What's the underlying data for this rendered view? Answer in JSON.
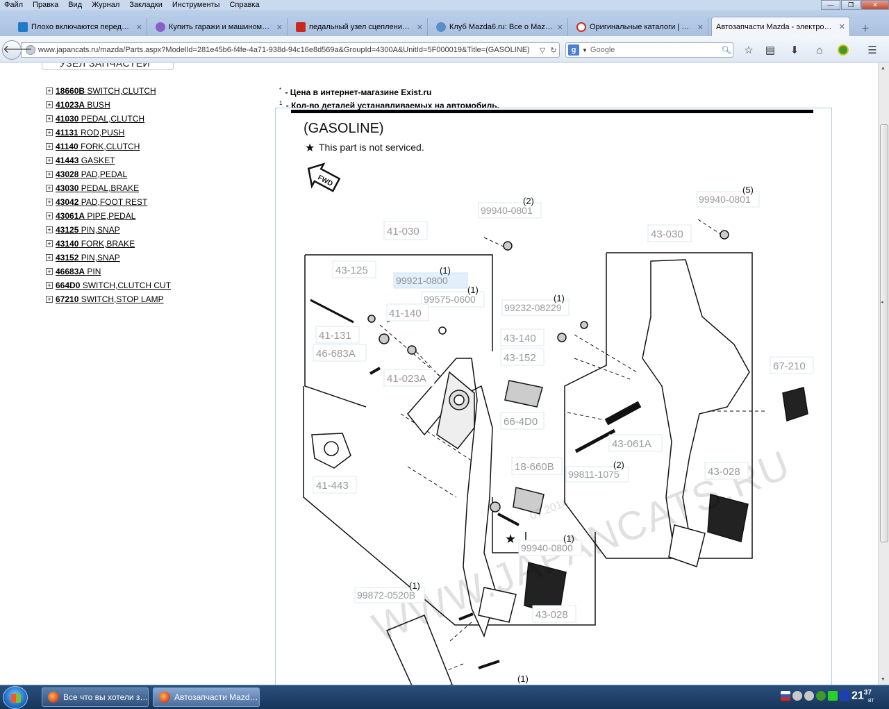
{
  "menubar": {
    "items": [
      "Файл",
      "Правка",
      "Вид",
      "Журнал",
      "Закладки",
      "Инструменты",
      "Справка"
    ]
  },
  "window_controls": [
    "—",
    "❐",
    "✕"
  ],
  "tabs": [
    {
      "label": "Плохо включаются перед…",
      "favicon_color": "#1f7bc7",
      "active": false
    },
    {
      "label": "Купить гаражи и машином…",
      "favicon_color": "#8a5fc9",
      "active": false
    },
    {
      "label": "педальный узел сцеплени…",
      "favicon_color": "#c8281f",
      "active": false
    },
    {
      "label": "Клуб Mazda6.ru: Все о Maz…",
      "favicon_color": "#5b8dc8",
      "active": false
    },
    {
      "label": "Оригинальные каталоги | …",
      "favicon_color": "#d12a1e",
      "active": false
    },
    {
      "label": "Автозапчасти Mazda - электро…",
      "favicon_color": "#ffffff",
      "active": true
    }
  ],
  "navbar": {
    "url": "www.japancats.ru/mazda/Parts.aspx?ModelId=281e45b6-f4fe-4a71-938d-94c16e8d569a&GroupId=4300A&UnitId=5F000019&Title=(GASOLINE)",
    "search_placeholder": "Google",
    "search_engine_letter": "g"
  },
  "sidebar": {
    "group_title": "УЗЕЛ ЗАПЧАСТЕЙ",
    "items": [
      {
        "code": "18660B",
        "name": "SWITCH,CLUTCH"
      },
      {
        "code": "41023A",
        "name": "BUSH"
      },
      {
        "code": "41030",
        "name": "PEDAL,CLUTCH"
      },
      {
        "code": "41131",
        "name": "ROD,PUSH"
      },
      {
        "code": "41140",
        "name": "FORK,CLUTCH"
      },
      {
        "code": "41443",
        "name": "GASKET"
      },
      {
        "code": "43028",
        "name": "PAD,PEDAL"
      },
      {
        "code": "43030",
        "name": "PEDAL,BRAKE"
      },
      {
        "code": "43042",
        "name": "PAD,FOOT REST"
      },
      {
        "code": "43061A",
        "name": "PIPE,PEDAL"
      },
      {
        "code": "43125",
        "name": "PIN,SNAP"
      },
      {
        "code": "43140",
        "name": "FORK,BRAKE"
      },
      {
        "code": "43152",
        "name": "PIN,SNAP"
      },
      {
        "code": "46683A",
        "name": "PIN"
      },
      {
        "code": "664D0",
        "name": "SWITCH,CLUTCH CUT"
      },
      {
        "code": "67210",
        "name": "SWITCH,STOP LAMP"
      }
    ]
  },
  "notes": {
    "note1_mark": "*",
    "note1": " - Цена в интернет-магазине Exist.ru",
    "note2_mark": "1",
    "note2": " - Кол-во деталей устанавливаемых на автомобиль."
  },
  "diagram": {
    "title": "(GASOLINE)",
    "not_serviced": "This part is not serviced.",
    "fwd": "FWD",
    "watermark": "WWW.JAPANCATS.RU",
    "date_watermark": "07.2014",
    "labels": [
      {
        "text": "41-030"
      },
      {
        "text": "43-125"
      },
      {
        "text": "99921-0800",
        "qty": "(1)",
        "highlight": true
      },
      {
        "text": "99575-0600",
        "qty": "(1)"
      },
      {
        "text": "41-140"
      },
      {
        "text": "41-131"
      },
      {
        "text": "46-683A"
      },
      {
        "text": "41-023A"
      },
      {
        "text": "99940-0801",
        "qty": "(2)"
      },
      {
        "text": "99232-08229",
        "qty": "(1)"
      },
      {
        "text": "43-140"
      },
      {
        "text": "43-152"
      },
      {
        "text": "66-4D0"
      },
      {
        "text": "18-660B"
      },
      {
        "text": "41-443"
      },
      {
        "text": "99940-0800",
        "qty": "(1)"
      },
      {
        "text": "43-028"
      },
      {
        "text": "99872-0520B",
        "qty": "(1)"
      },
      {
        "text": "43-030"
      },
      {
        "text": "99940-0801",
        "qty": "(5)"
      },
      {
        "text": "67-210"
      },
      {
        "text": "43-061A"
      },
      {
        "text": "99811-1075",
        "qty": "(2)"
      },
      {
        "text": "43-028"
      }
    ],
    "bottom_qty": "(1)"
  },
  "taskbar": {
    "tasks": [
      {
        "label": "Все что вы хотели з…",
        "active": false
      },
      {
        "label": "Автозапчасти Mazd…",
        "active": true
      }
    ],
    "clock_hour": "21",
    "clock_min": "37",
    "clock_sub": "ВТ"
  },
  "colors": {
    "label_text": "#9a9a9a",
    "label_highlight_bg": "#e2f0fb",
    "frame_border": "#a9cfe6"
  }
}
